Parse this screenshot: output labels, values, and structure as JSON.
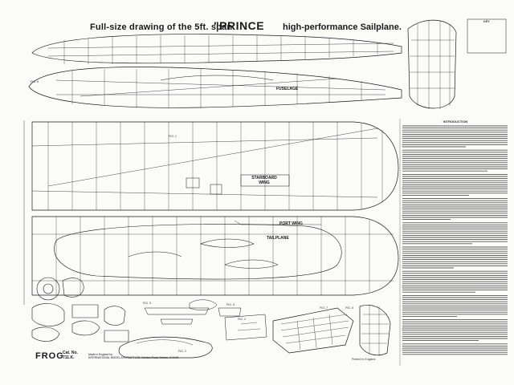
{
  "header": {
    "title_left": "Full-size drawing of the 5ft. span",
    "title_name": "\"PRINCE",
    "title_right": "high-performance Sailplane."
  },
  "labels": {
    "fuselage": "FUSELAGE",
    "starboard_wing": "STARBOARD WING",
    "port_wing": "PORT WING",
    "tailplane": "TAILPLANE",
    "fig1": "FIG. 1",
    "fig2": "FIG. 2",
    "fig3": "FIG. 3",
    "fig4": "FIG. 4",
    "fig5": "FIG. 5",
    "fig6": "FIG. 6",
    "fig7": "FIG. 7",
    "fig8": "FIG. 8"
  },
  "key_box": {
    "title": "KEY"
  },
  "instructions": {
    "heading": "INTRODUCTION"
  },
  "footer": {
    "brand": "FROG",
    "cat_no_label": "Cat. No.",
    "cat_no_value": "711.K.",
    "maker_line1": "Made in England by",
    "maker_line2": "INTERNATIONAL MODEL AIRCRAFT LTD. Morden Road, Merton, S.W.19.",
    "printed": "Printed in England"
  },
  "colors": {
    "ink": "#1a1a1a",
    "paper": "#fbfbf8"
  }
}
